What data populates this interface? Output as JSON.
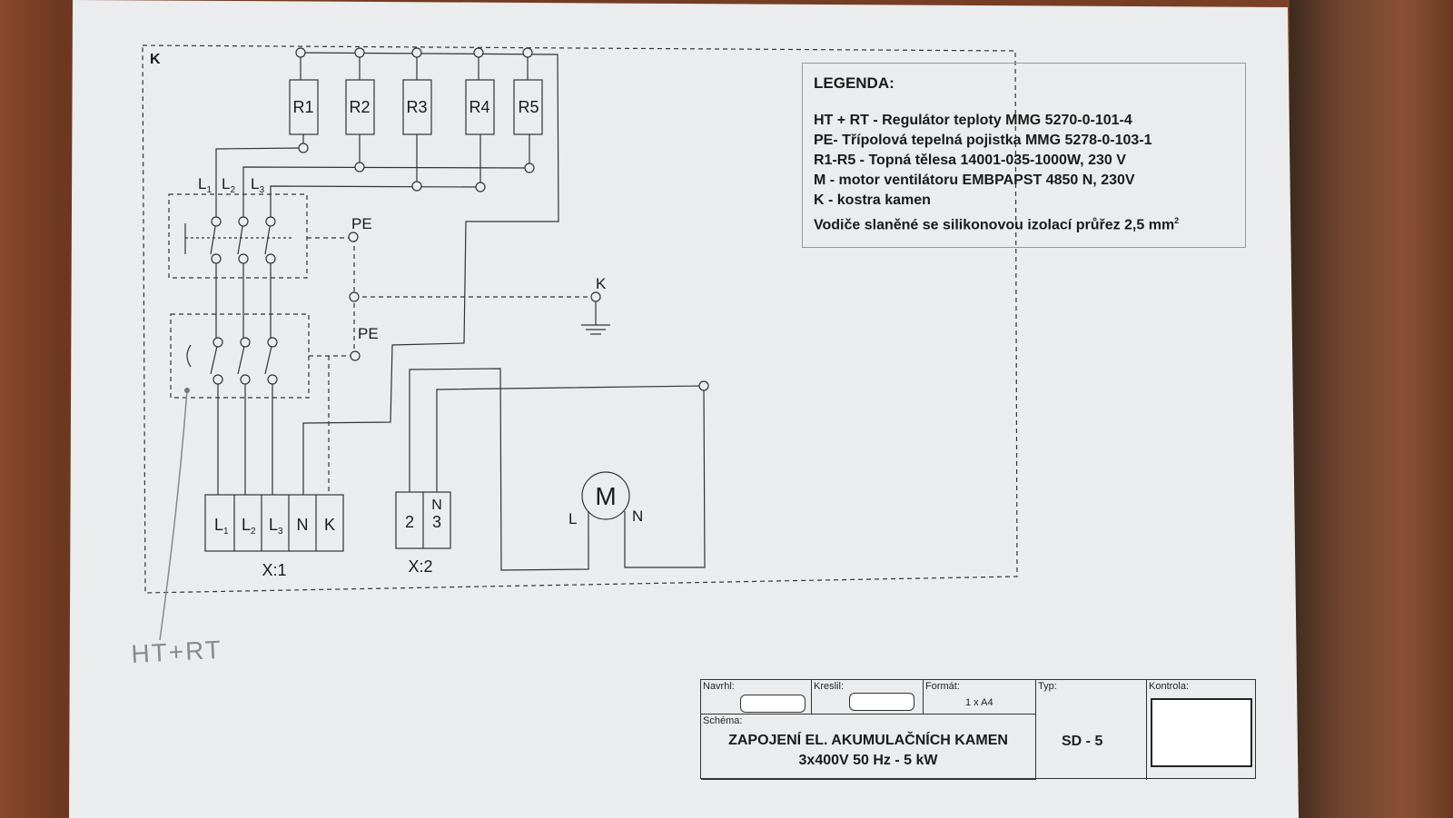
{
  "diagram": {
    "frame_label": "K",
    "resistors": [
      "R1",
      "R2",
      "R3",
      "R4",
      "R5"
    ],
    "switch_top_labels": [
      "L",
      "L",
      "L"
    ],
    "switch_top_subs": [
      "1",
      "2",
      "3"
    ],
    "pe_labels": [
      "PE",
      "PE"
    ],
    "ground_label": "K",
    "terminal_x1": [
      "L",
      "L",
      "L",
      "N",
      "K"
    ],
    "terminal_x1_subs": [
      "1",
      "2",
      "3"
    ],
    "terminal_x1_name": "X:1",
    "terminal_x2": [
      "2",
      "3"
    ],
    "terminal_x2_extra": "N",
    "terminal_x2_name": "X:2",
    "motor_label": "M",
    "motor_L": "L",
    "motor_N": "N",
    "handwritten": "HT+RT"
  },
  "legend": {
    "title": "LEGENDA:",
    "lines": [
      "HT + RT - Regulátor teploty MMG 5270-0-101-4",
      "PE- Třípolová tepelná pojistka MMG 5278-0-103-1",
      "R1-R5 - Topná tělesa 14001-035-1000W, 230 V",
      "M - motor ventilátoru EMBPAPST 4850 N, 230V",
      "K - kostra kamen",
      "Vodiče slaněné se silikonovou izolací průřez 2,5 mm"
    ],
    "superscript": "2"
  },
  "title_block": {
    "navrhl_label": "Navrhl:",
    "kreslil_label": "Kreslil:",
    "format_label": "Formát:",
    "format_value": "1 x A4",
    "typ_label": "Typ:",
    "typ_value": "SD - 5",
    "kontrola_label": "Kontrola:",
    "schema_label": "Schéma:",
    "schema_line1": "ZAPOJENÍ EL. AKUMULAČNÍCH KAMEN",
    "schema_line2": "3x400V 50 Hz - 5 kW"
  }
}
